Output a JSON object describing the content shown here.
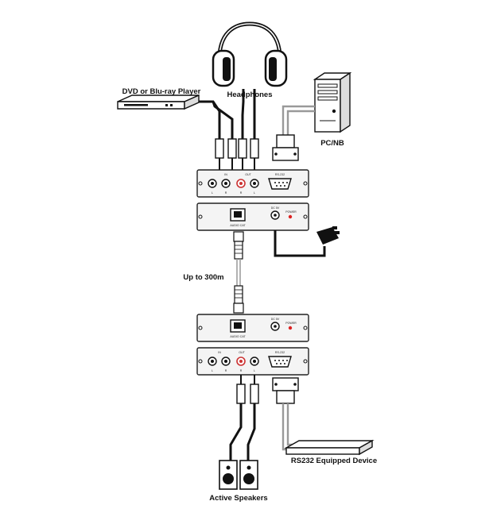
{
  "devices": {
    "dvd_player": "DVD or Blu-ray Player",
    "headphones": "Headphones",
    "pc": "PC/NB",
    "rs232_device": "RS232 Equipped Device",
    "speakers": "Active Speakers"
  },
  "cable_distance": "Up to 300m",
  "panel_text": {
    "in": "IN",
    "out": "OUT",
    "rs232": "RS-232",
    "l": "L",
    "r": "R",
    "audio_cat": "AUDIO CAT",
    "dc": "DC 5V",
    "power": "POWER"
  }
}
